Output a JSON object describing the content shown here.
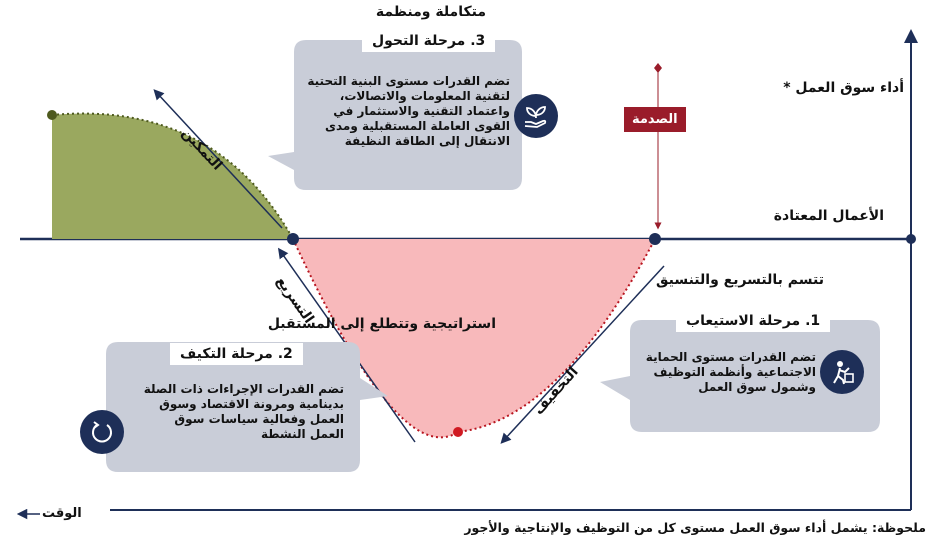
{
  "axes": {
    "y_label": "أداء سوق العمل *",
    "x_label": "الوقت",
    "baseline_label": "الأعمال المعتادة",
    "note": "ملحوظة: يشمل أداء سوق العمل مستوى كل من التوظيف والإنتاجية والأجور"
  },
  "shock_label": "الصدمة",
  "curve_labels": {
    "enable": "التمكين",
    "accelerate": "التسريع",
    "mitigate": "التخفيف"
  },
  "stages": {
    "absorb": {
      "title": "1. مرحلة الاستيعاب",
      "tagline": "تتسم بالتسريع والتنسيق",
      "lines": [
        "تضم القدرات مستوى الحماية",
        "الاجتماعية وأنظمة التوظيف",
        "وشمول سوق العمل"
      ],
      "icon": "worker-icon"
    },
    "adapt": {
      "title": "2. مرحلة التكيف",
      "tagline": "استراتيجية وتتطلع إلى المستقبل",
      "lines": [
        "تضم القدرات الإجراءات ذات الصلة",
        "بدينامية ومرونة الاقتصاد وسوق",
        "العمل وفعالية سياسات سوق",
        "العمل النشطة"
      ],
      "icon": "refresh-icon"
    },
    "transform": {
      "title": "3. مرحلة التحول",
      "tagline": "متكاملة ومنظمة",
      "lines": [
        "تضم القدرات مستوى البنية التحتية",
        "لتقنية المعلومات والاتصالات،",
        "واعتماد التقنية والاستثمار في",
        "القوى العاملة المستقبلية ومدى",
        "الانتقال إلى الطاقة النظيفة"
      ],
      "icon": "plant-hand-icon"
    }
  },
  "colors": {
    "bubble": "#c9cdd8",
    "navy": "#1e2f58",
    "dip_fill": "#f8b9bb",
    "dip_line": "#b8151f",
    "green_fill": "#9aa85f",
    "green_line": "#4e5a1e",
    "shock": "#9a1c2a"
  }
}
